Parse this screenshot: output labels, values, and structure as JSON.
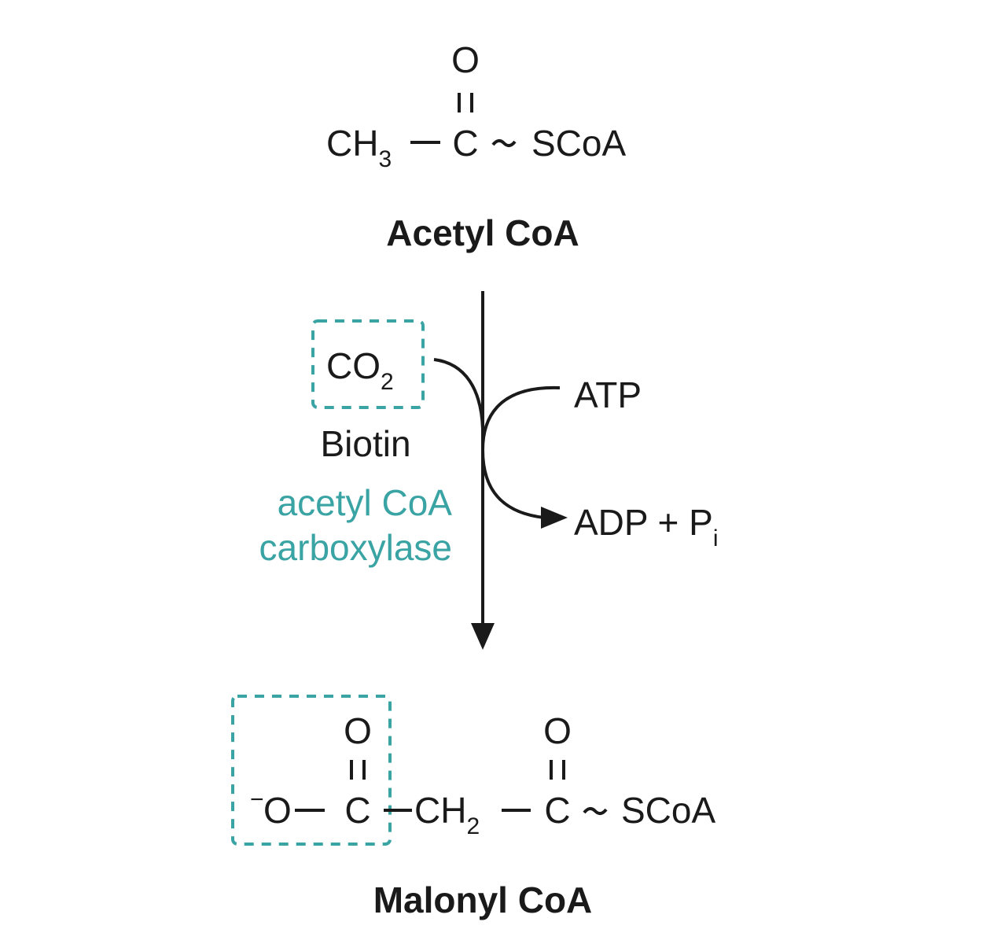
{
  "colors": {
    "ink": "#1a1a1a",
    "accent": "#3aa3a3"
  },
  "acetyl_coa": {
    "carbonyl_o": "O",
    "ch3_main": "CH",
    "ch3_sub": "3",
    "c": "C",
    "thioester": "SCoA",
    "name": "Acetyl CoA"
  },
  "reaction": {
    "co2_main": "CO",
    "co2_sub": "2",
    "cofactor": "Biotin",
    "enzyme_line1": "acetyl CoA",
    "enzyme_line2": "carboxylase",
    "atp": "ATP",
    "adp_main": "ADP + P",
    "adp_sub": "i"
  },
  "malonyl_coa": {
    "carboxyl_o": "O",
    "carbonyl_o": "O",
    "charge": "−",
    "o": "O",
    "c1": "C",
    "ch2_main": "CH",
    "ch2_sub": "2",
    "c2": "C",
    "thioester": "SCoA",
    "name": "Malonyl CoA"
  }
}
